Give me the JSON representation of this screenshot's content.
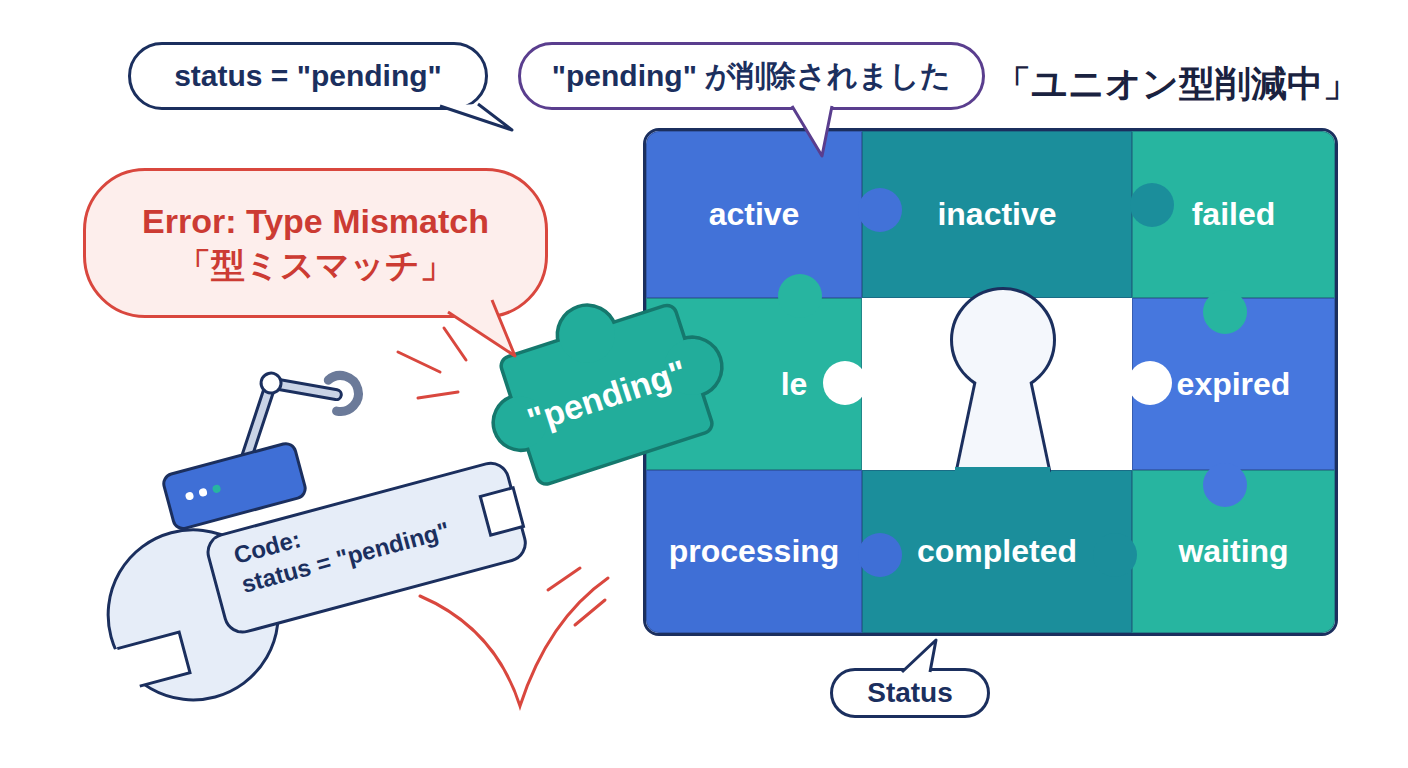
{
  "diagram": {
    "title": "「ユニオン型削減中」",
    "nodes": [
      {
        "text": [
          "status = \"pending\""
        ]
      },
      {
        "text": [
          "\"pending\" が削除されました"
        ]
      },
      {
        "text": [
          "Error: Type Mismatch",
          "「型ミスマッチ」"
        ]
      },
      {
        "text": [
          "Status"
        ]
      },
      {
        "text": [
          "active"
        ],
        "in": 3
      },
      {
        "text": [
          "inactive"
        ],
        "in": 3
      },
      {
        "text": [
          "failed"
        ],
        "in": 3
      },
      {
        "text": [
          "le"
        ],
        "in": 3
      },
      {
        "text": [
          "expired"
        ],
        "in": 3
      },
      {
        "text": [
          "processing"
        ],
        "in": 3
      },
      {
        "text": [
          "completed"
        ],
        "in": 3
      },
      {
        "text": [
          "waiting"
        ],
        "in": 3
      },
      {
        "text": [
          "\"pending\""
        ]
      },
      {
        "text": [
          "Code: status = \"pending\""
        ]
      }
    ]
  }
}
